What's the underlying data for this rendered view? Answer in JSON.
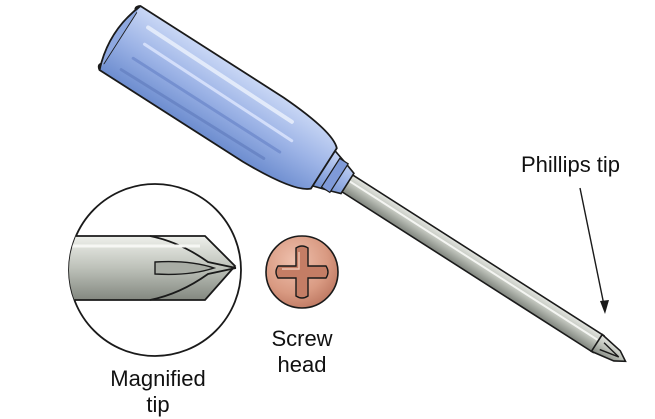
{
  "labels": {
    "phillips_tip": "Phillips tip",
    "magnified_tip_line1": "Magnified",
    "magnified_tip_line2": "tip",
    "screw_head_line1": "Screw",
    "screw_head_line2": "head"
  },
  "colors": {
    "handle": "#9db4e6",
    "handle_shadow": "#6f8fd0",
    "handle_highlight": "#c8d6f4",
    "shaft": "#b9bdb6",
    "shaft_dark": "#7e837c",
    "screw_head": "#d99a82",
    "screw_head_dark": "#b8735d",
    "outline": "#1a1a1a"
  },
  "icons": {
    "tool": "screwdriver-icon",
    "screw": "phillips-screw-head-icon"
  }
}
